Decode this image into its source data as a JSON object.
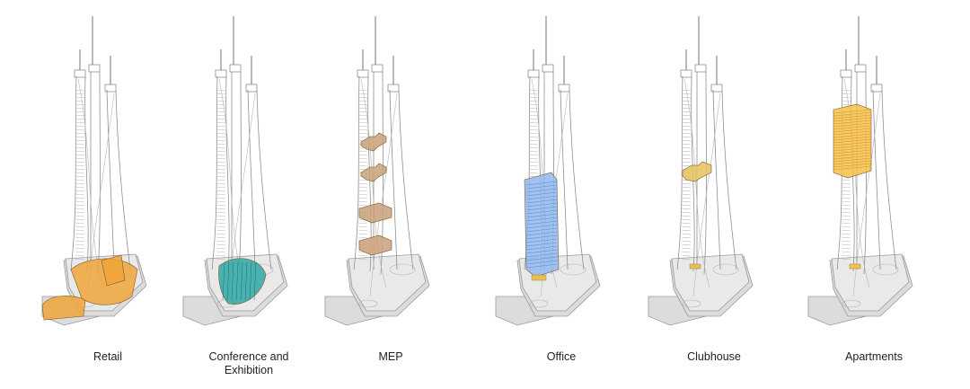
{
  "panels": [
    {
      "label": "Retail",
      "highlight": "retail",
      "color": "#f0a43a"
    },
    {
      "label": "Conference and Exhibition",
      "highlight": "conference",
      "color": "#2fa7a3"
    },
    {
      "label": "MEP",
      "highlight": "mep",
      "color": "#c9a07a"
    },
    {
      "label": "Office",
      "highlight": "office",
      "color": "#8fb8ef"
    },
    {
      "label": "Clubhouse",
      "highlight": "clubhouse",
      "color": "#e6c15a"
    },
    {
      "label": "Apartments",
      "highlight": "apartments",
      "color": "#f2c24a"
    }
  ]
}
